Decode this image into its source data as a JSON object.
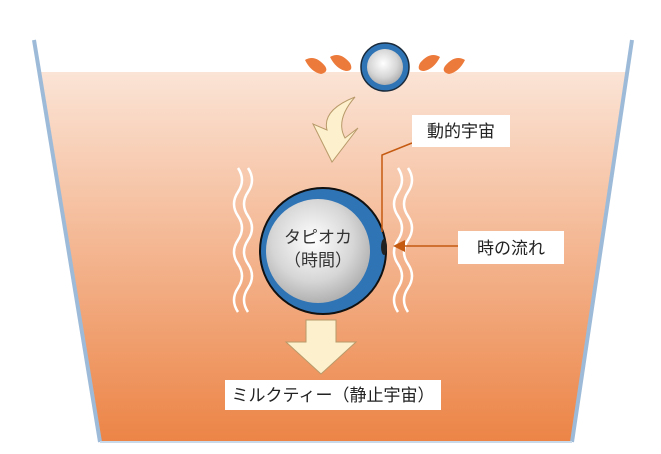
{
  "labels": {
    "tapioca": "タピオカ",
    "time_paren": "（時間）",
    "dynamic_universe": "動的宇宙",
    "flow_of_time": "時の流れ",
    "milk_tea": "ミルクティー（静止宇宙）"
  },
  "colors": {
    "liquid_top": "#fbe4d6",
    "liquid_bottom": "#ec8446",
    "pearl_ring": "#2f74b5",
    "arrow_fill": "#fdf0cc",
    "leader_line": "#c55a11",
    "cup_edge": "#9dbbd9"
  }
}
